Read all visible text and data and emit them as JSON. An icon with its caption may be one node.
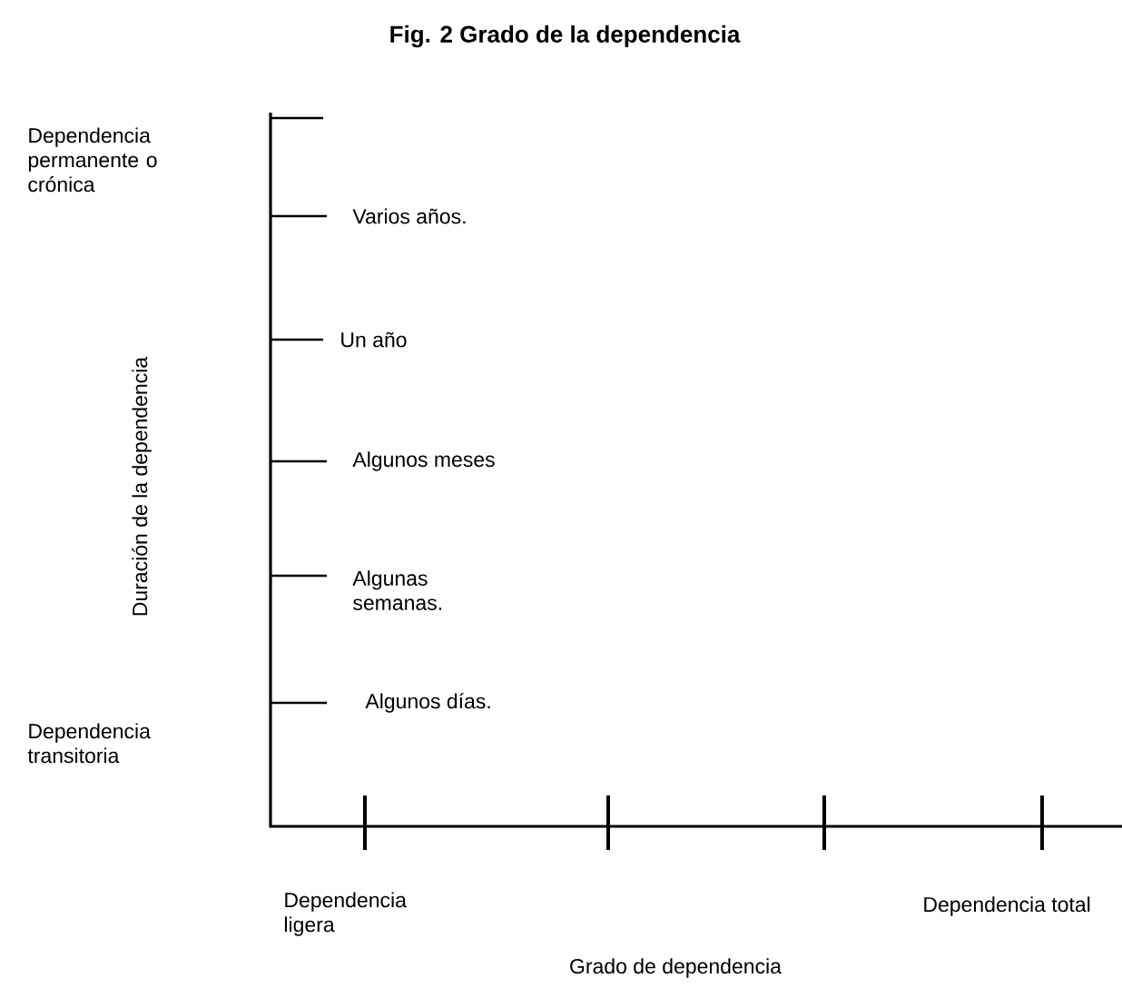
{
  "diagram": {
    "title": "Fig. 2 Grado de la dependencia",
    "labels": [
      "Dependencia permanente o crónica",
      "Varios años.",
      "Un año",
      "Algunos meses",
      "Duración de la dependencia",
      "Algunas semanas.",
      "Algunos días.",
      "Dependencia transitoria",
      "Dependencia ligera",
      "Dependencia total",
      "Grado de dependencia"
    ]
  }
}
